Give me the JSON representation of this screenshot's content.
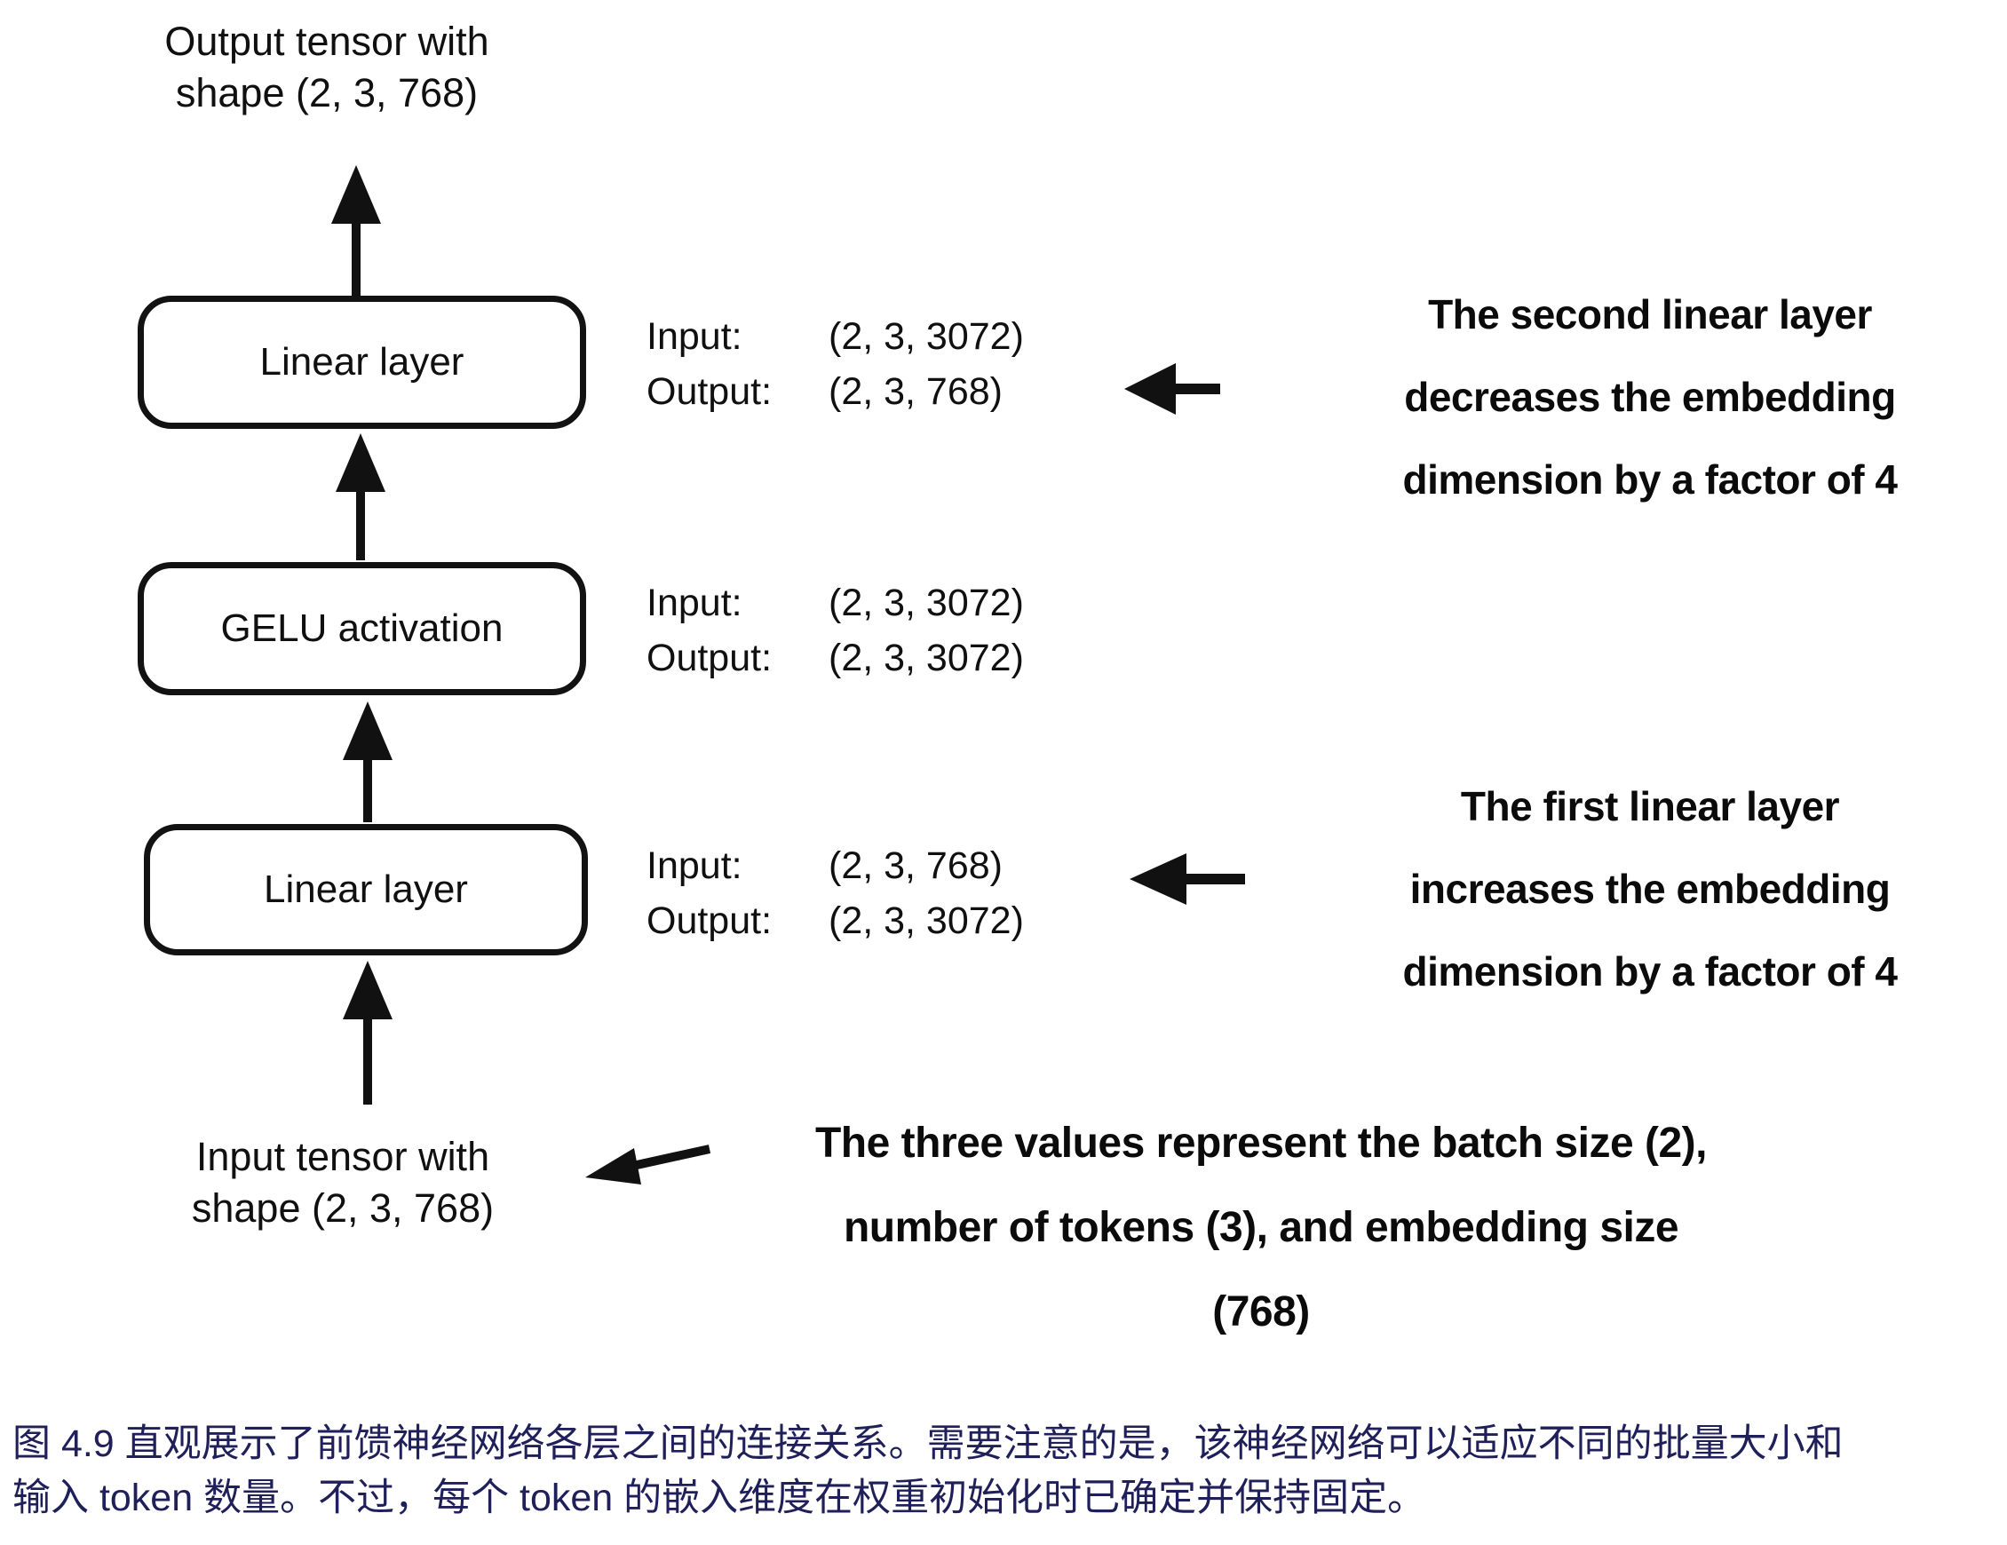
{
  "diagram": {
    "output_tensor_label": {
      "line1": "Output tensor with",
      "line2": "shape (2, 3, 768)"
    },
    "input_tensor_label": {
      "line1": "Input tensor with",
      "line2": "shape (2, 3, 768)"
    },
    "layers": [
      {
        "name": "Linear layer",
        "io": {
          "input_label": "Input:",
          "input_value": "(2, 3, 3072)",
          "output_label": "Output:",
          "output_value": "(2, 3, 768)"
        }
      },
      {
        "name": "GELU activation",
        "io": {
          "input_label": "Input:",
          "input_value": "(2, 3, 3072)",
          "output_label": "Output:",
          "output_value": "(2, 3, 3072)"
        }
      },
      {
        "name": "Linear layer",
        "io": {
          "input_label": "Input:",
          "input_value": "(2, 3, 768)",
          "output_label": "Output:",
          "output_value": "(2, 3, 3072)"
        }
      }
    ],
    "notes": {
      "second_linear": {
        "line1": "The second linear layer",
        "line2": "decreases the embedding",
        "line3": "dimension by a factor of 4"
      },
      "first_linear": {
        "line1": "The first linear layer",
        "line2": "increases the embedding",
        "line3": "dimension by a factor of 4"
      },
      "tensor_values": {
        "line1": "The three values represent the batch size (2),",
        "line2": "number of tokens (3), and embedding size",
        "line3": "(768)"
      }
    }
  },
  "caption": {
    "figure_line1": "图 4.9 直观展示了前馈神经网络各层之间的连接关系。需要注意的是，该神经网络可以适应不同的批量大小和",
    "figure_line2": "输入 token 数量。不过，每个 token 的嵌入维度在权重初始化时已确定并保持固定。"
  },
  "colors": {
    "ink": "#111111",
    "background": "#ffffff",
    "caption_text": "#1f1f5a"
  }
}
